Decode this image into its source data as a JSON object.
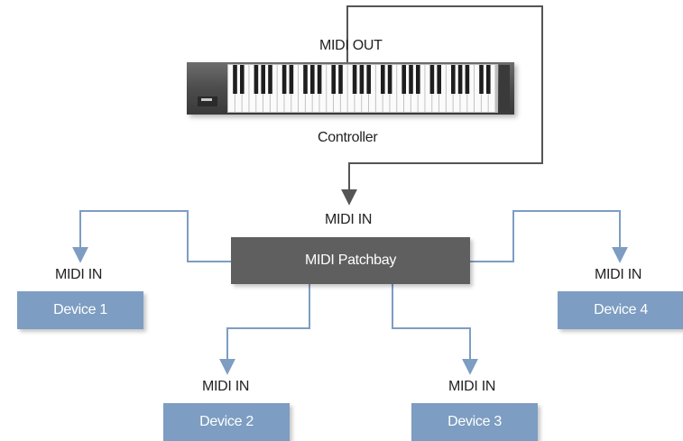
{
  "controller": {
    "out_label": "MIDI OUT",
    "name": "Controller"
  },
  "patchbay": {
    "in_label": "MIDI IN",
    "name": "MIDI Patchbay"
  },
  "devices": [
    {
      "name": "Device 1",
      "in_label": "MIDI IN"
    },
    {
      "name": "Device 2",
      "in_label": "MIDI IN"
    },
    {
      "name": "Device 3",
      "in_label": "MIDI IN"
    },
    {
      "name": "Device 4",
      "in_label": "MIDI IN"
    }
  ],
  "colors": {
    "device_fill": "#7d9dc2",
    "patchbay_fill": "#5f5f5f",
    "controller_to_patchbay_wire": "#555555",
    "patchbay_to_device_wire": "#7d9dc2"
  }
}
